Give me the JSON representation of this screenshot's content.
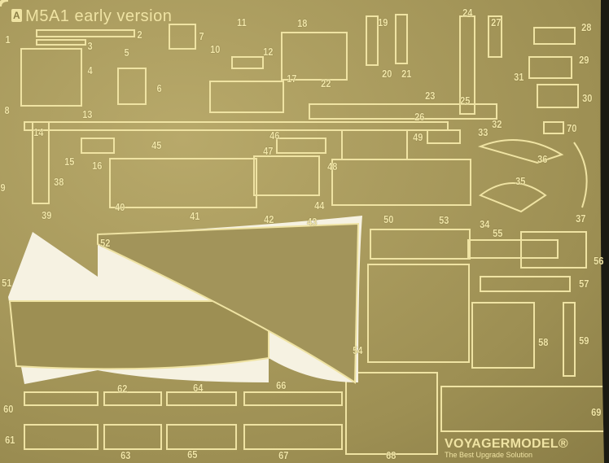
{
  "title": {
    "badge": "A",
    "text": "M5A1 early version"
  },
  "logo": {
    "brand": "VOYAGERMODEL®",
    "tagline": "The Best Upgrade Solution"
  },
  "labels": [
    "1",
    "2",
    "3",
    "4",
    "5",
    "6",
    "7",
    "8",
    "9",
    "10",
    "11",
    "12",
    "13",
    "14",
    "15",
    "16",
    "17",
    "18",
    "19",
    "20",
    "21",
    "22",
    "23",
    "24",
    "25",
    "26",
    "27",
    "28",
    "29",
    "30",
    "31",
    "32",
    "33",
    "34",
    "35",
    "36",
    "37",
    "38",
    "39",
    "40",
    "41",
    "42",
    "43",
    "44",
    "45",
    "46",
    "47",
    "48",
    "49",
    "50",
    "51",
    "52",
    "53",
    "54",
    "55",
    "56",
    "57",
    "58",
    "59",
    "60",
    "61",
    "62",
    "63",
    "64",
    "65",
    "66",
    "67",
    "68",
    "69",
    "70"
  ],
  "colors": {
    "brass": "#a89a5c",
    "etched": "#f1e6a8",
    "background": "#1a1a12"
  }
}
